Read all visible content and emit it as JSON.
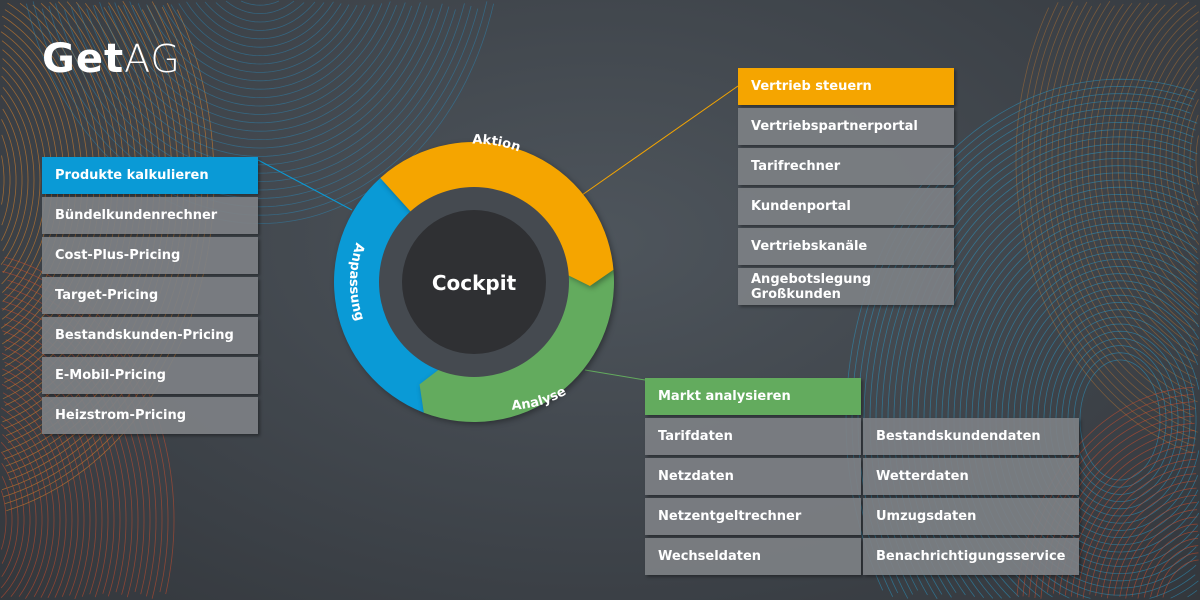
{
  "logo": {
    "brand": "Get",
    "suffix": "AG"
  },
  "center": {
    "label": "Cockpit"
  },
  "ring": {
    "aktion": "Aktion",
    "analyse": "Analyse",
    "anpassung": "Anpassung"
  },
  "colors": {
    "orange": "#f5a500",
    "green": "#63ab5e",
    "blue": "#0a9ad6",
    "box": "#7d8084"
  },
  "produkte": {
    "title": "Produkte kalkulieren",
    "items": [
      "Bündelkundenrechner",
      "Cost-Plus-Pricing",
      "Target-Pricing",
      "Bestandskunden-Pricing",
      "E-Mobil-Pricing",
      "Heizstrom-Pricing"
    ]
  },
  "vertrieb": {
    "title": "Vertrieb steuern",
    "items": [
      "Vertriebspartnerportal",
      "Tarifrechner",
      "Kundenportal",
      "Vertriebskanäle",
      "Angebotslegung Großkunden"
    ]
  },
  "markt": {
    "title": "Markt analysieren",
    "col1": [
      "Tarifdaten",
      "Netzdaten",
      "Netzentgeltrechner",
      "Wechseldaten"
    ],
    "col2": [
      "Bestandskundendaten",
      "Wetterdaten",
      "Umzugsdaten",
      "Benachrichtigungsservice"
    ]
  }
}
